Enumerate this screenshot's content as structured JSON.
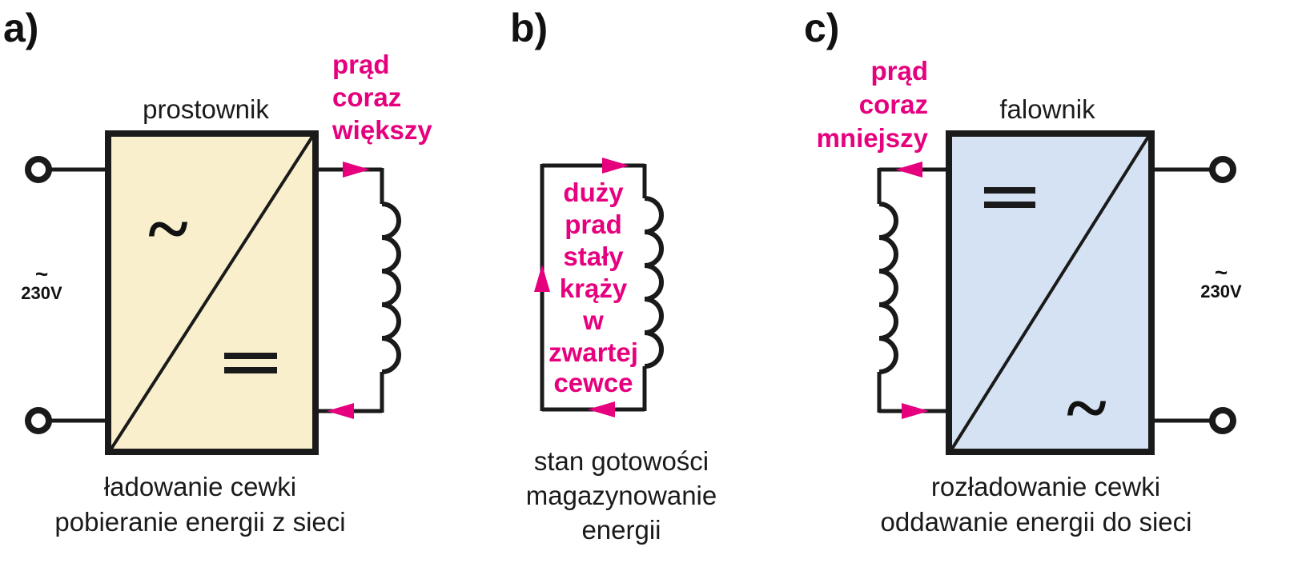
{
  "colors": {
    "accent": "#e6007e",
    "rectifier_fill": "#faefcc",
    "inverter_fill": "#d4e2f3",
    "line": "#1a1a1a"
  },
  "panel_a": {
    "label": "a)",
    "title": "prostownik",
    "current_lines": [
      "prąd",
      "coraz",
      "większy"
    ],
    "ac_symbol": "~",
    "dc_symbol": "=",
    "voltage_tilde": "~",
    "voltage": "230V",
    "caption_lines": [
      "ładowanie cewki",
      "pobieranie energii z sieci"
    ]
  },
  "panel_b": {
    "label": "b)",
    "current_lines": [
      "duży",
      "prad",
      "stały",
      "krąży",
      "w",
      "zwartej",
      "cewce"
    ],
    "caption_lines": [
      "stan gotowości",
      "magazynowanie",
      "energii"
    ]
  },
  "panel_c": {
    "label": "c)",
    "title": "falownik",
    "current_lines": [
      "prąd",
      "coraz",
      "mniejszy"
    ],
    "dc_symbol": "=",
    "ac_symbol": "~",
    "voltage_tilde": "~",
    "voltage": "230V",
    "caption_lines": [
      "rozładowanie cewki",
      "oddawanie energii do sieci"
    ]
  }
}
